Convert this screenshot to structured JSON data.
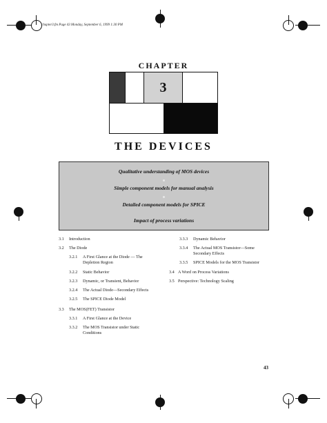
{
  "page_header": "chapter3.fm  Page 43  Monday, September 6, 1999  1:30 PM",
  "chapter_label": "CHAPTER",
  "chapter_number": "3",
  "chapter_title": "THE DEVICES",
  "objectives": [
    "Qualitative understanding of MOS devices",
    "Simple component models for manual analysis",
    "Detailed component models for SPICE",
    "Impact of process variations"
  ],
  "toc_left": [
    {
      "num": "3.1",
      "text": "Introduction"
    },
    {
      "num": "3.2",
      "text": "The Diode"
    },
    {
      "num": "3.2.1",
      "text": "A First Glance at the Diode — The Depletion Region"
    },
    {
      "num": "3.2.2",
      "text": "Static Behavior"
    },
    {
      "num": "3.2.3",
      "text": "Dynamic, or Transient, Behavior"
    },
    {
      "num": "3.2.4",
      "text": "The Actual Diode—Secondary Effects"
    },
    {
      "num": "3.2.5",
      "text": "The SPICE Diode Model"
    },
    {
      "num": "3.3",
      "text": "The MOS(FET) Transistor"
    },
    {
      "num": "3.3.1",
      "text": "A First Glance at the Device"
    },
    {
      "num": "3.3.2",
      "text": "The MOS Transistor under Static Conditions"
    }
  ],
  "toc_right": [
    {
      "num": "3.3.3",
      "text": "Dynamic Behavior"
    },
    {
      "num": "3.3.4",
      "text": "The Actual MOS Transistor—Some Secondary Effects"
    },
    {
      "num": "3.3.5",
      "text": "SPICE Models for the MOS Transistor"
    },
    {
      "num": "3.4",
      "text": "A Word on Process Variations"
    },
    {
      "num": "3.5",
      "text": "Perspective: Technology Scaling"
    }
  ],
  "page_number": "43"
}
